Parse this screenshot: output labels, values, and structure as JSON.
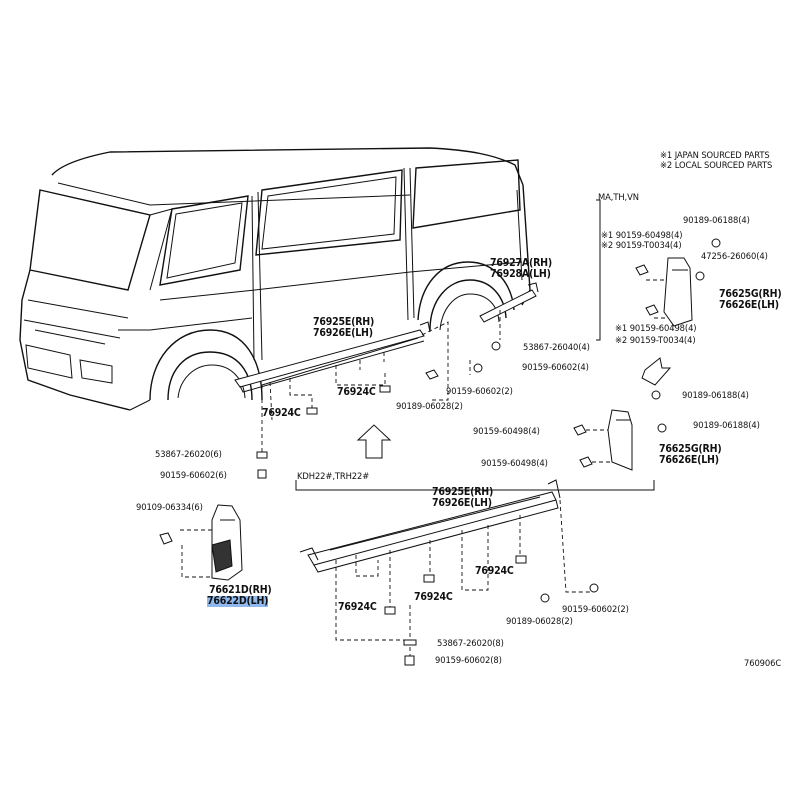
{
  "legend": {
    "japan": "※1 JAPAN SOURCED PARTS",
    "local": "※2 LOCAL SOURCED PARTS"
  },
  "sections": {
    "ma_th_vn": "MA,TH,VN",
    "kdh": "KDH22#,TRH22#"
  },
  "drawing_code": "760906C",
  "parts": {
    "p76927A": "76927A(RH)",
    "p76928A": "76928A(LH)",
    "p76925E_top": "76925E(RH)",
    "p76926E_top": "76926E(LH)",
    "p76924C_a": "76924C",
    "p76924C_b": "76924C",
    "p53867_26040": "53867-26040(4)",
    "p90159_60602_4": "90159-60602(4)",
    "p90159_60602_2": "90159-60602(2)",
    "p90189_06028_2": "90189-06028(2)",
    "p53867_26020_6": "53867-26020(6)",
    "p90159_60602_6": "90159-60602(6)",
    "p90109_06334": "90109-06334(6)",
    "p76621D": "76621D(RH)",
    "p76622D": "76622D(LH)",
    "r_90189_06188_a": "90189-06188(4)",
    "r_j_90159_60498_a": "※1 90159-60498(4)",
    "r_l_90159_T0034_a": "※2 90159-T0034(4)",
    "r_47256_26060": "47256-26060(4)",
    "r_76625G_a": "76625G(RH)",
    "r_76626E_a": "76626E(LH)",
    "r_j_90159_60498_b": "※1 90159-60498(4)",
    "r_l_90159_T0034_b": "※2 90159-T0034(4)",
    "r_90189_06188_b": "90189-06188(4)",
    "r_90159_60498_c": "90159-60498(4)",
    "r_90189_06188_c": "90189-06188(4)",
    "r_76625G_b": "76625G(RH)",
    "r_76626E_b": "76626E(LH)",
    "r_90159_60498_d": "90159-60498(4)",
    "b_76925E": "76925E(RH)",
    "b_76926E": "76926E(LH)",
    "b_76924C_a": "76924C",
    "b_76924C_b": "76924C",
    "b_76924C_c": "76924C",
    "b_90159_60602_2": "90159-60602(2)",
    "b_90189_06028_2": "90189-06028(2)",
    "b_53867_26020_8": "53867-26020(8)",
    "b_90159_60602_8": "90159-60602(8)"
  }
}
